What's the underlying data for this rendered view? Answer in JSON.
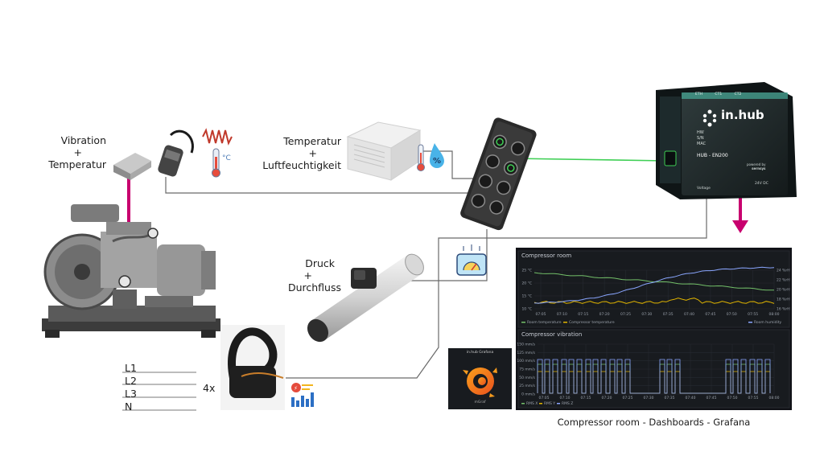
{
  "sensors": {
    "vibration": {
      "line1": "Vibration",
      "line2": "+",
      "line3": "Temperatur"
    },
    "humidity": {
      "line1": "Temperatur",
      "line2": "+",
      "line3": "Luftfeuchtigkeit"
    },
    "pressure": {
      "line1": "Druck",
      "line2": "+",
      "line3": "Durchfluss"
    },
    "current": {
      "count": "4x"
    },
    "temp_unit": "°C",
    "humidity_symbol": "%"
  },
  "phases": [
    "L1",
    "L2",
    "L3",
    "N"
  ],
  "hub": {
    "brand": "in.hub",
    "model": "HUB - EN200",
    "ports": [
      "ETH",
      "CT1",
      "CT2"
    ],
    "fields": [
      "HW",
      "S/N",
      "MAC"
    ],
    "power": "24V DC",
    "voltage_label": "Voltage",
    "powered_by": "powered by",
    "powered_by_brand": "sernsys"
  },
  "grafana": {
    "header": "in.hub Grafana",
    "footer": "mGraf"
  },
  "dashboard": {
    "panel1": {
      "title": "Compressor room",
      "y_left": [
        "25 °C",
        "20 °C",
        "15 °C",
        "10 °C"
      ],
      "y_right": [
        "24 %rH",
        "22 %rH",
        "20 %rH",
        "18 %rH",
        "16 %rH"
      ],
      "x": [
        "07:05",
        "07:10",
        "07:15",
        "07:20",
        "07:25",
        "07:30",
        "07:35",
        "07:40",
        "07:45",
        "07:50",
        "07:55",
        "08:00"
      ],
      "legend": [
        "Room temperature",
        "Compressor temperature",
        "Room humidity"
      ]
    },
    "panel2": {
      "title": "Compressor vibration",
      "y": [
        "150 mm/s",
        "125 mm/s",
        "100 mm/s",
        "75 mm/s",
        "50 mm/s",
        "25 mm/s",
        "0 mm/s"
      ],
      "x": [
        "07:05",
        "07:10",
        "07:15",
        "07:20",
        "07:25",
        "07:30",
        "07:35",
        "07:40",
        "07:45",
        "07:50",
        "07:55",
        "08:00"
      ],
      "legend": [
        "RMS X",
        "RMS Y",
        "RMS Z"
      ]
    },
    "caption": "Compressor room - Dashboards - Grafana"
  },
  "colors": {
    "accent": "#c8006e",
    "link": "#3fcf55",
    "wire": "#6a6a6a",
    "series_green": "#73bf69",
    "series_yellow": "#e0b400",
    "series_blue": "#8aa6ff"
  }
}
